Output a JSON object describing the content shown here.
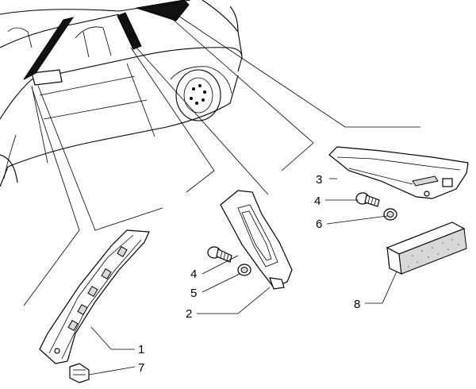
{
  "diagram": {
    "title": "",
    "callouts": [
      {
        "id": "c1",
        "label": "1"
      },
      {
        "id": "c2",
        "label": "2"
      },
      {
        "id": "c3",
        "label": "3"
      },
      {
        "id": "c4a",
        "label": "4"
      },
      {
        "id": "c4b",
        "label": "4"
      },
      {
        "id": "c5",
        "label": "5"
      },
      {
        "id": "c6",
        "label": "6"
      },
      {
        "id": "c7",
        "label": "7"
      },
      {
        "id": "c8",
        "label": "8"
      }
    ]
  }
}
